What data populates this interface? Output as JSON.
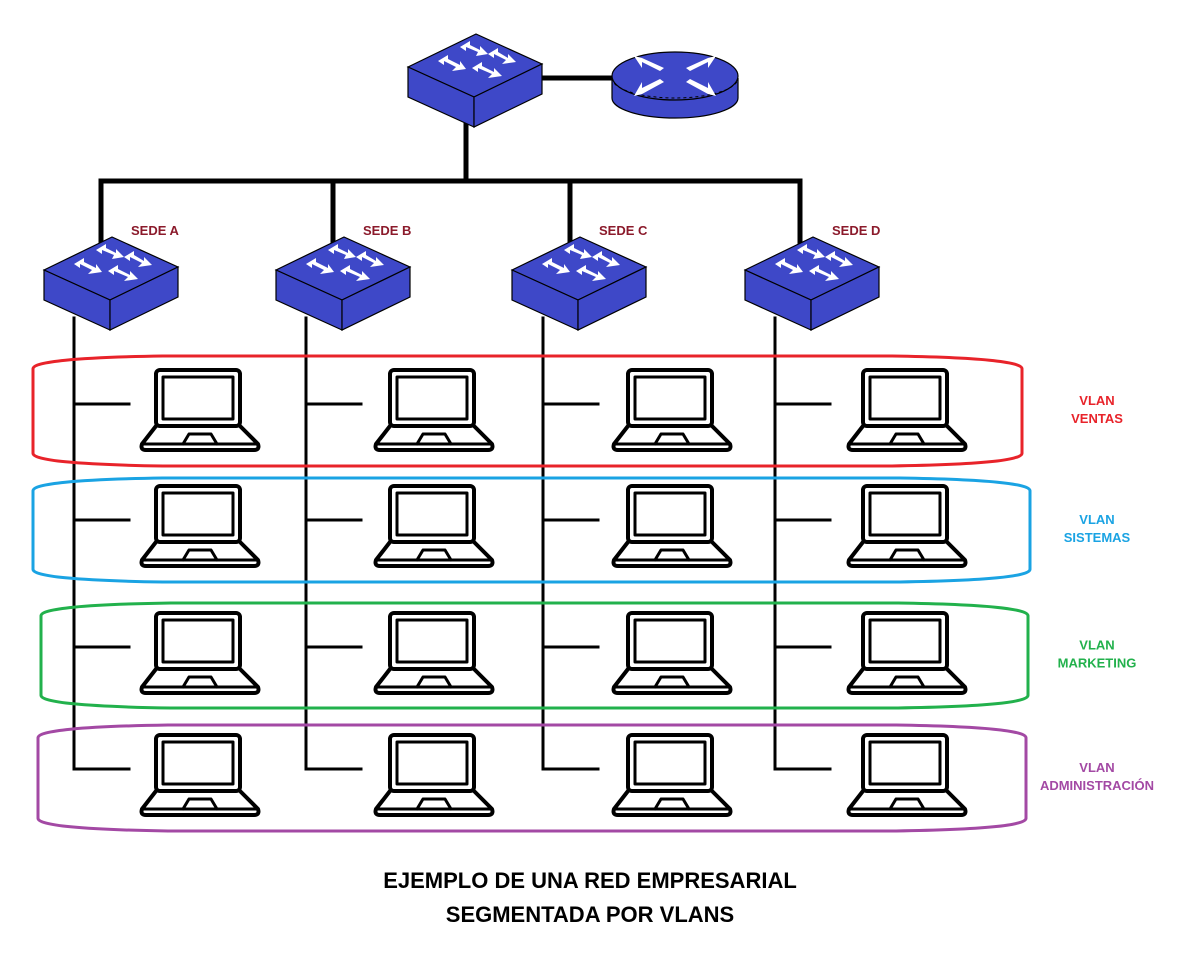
{
  "colors": {
    "device_fill": "#3e48c8",
    "device_stroke": "#000000",
    "arrow": "#ffffff",
    "cable": "#000000",
    "sede_label": "#8b1a2b"
  },
  "core": {
    "switch_icon": "switch-icon",
    "router_icon": "router-icon"
  },
  "sedes": [
    {
      "label": "SEDE A"
    },
    {
      "label": "SEDE B"
    },
    {
      "label": "SEDE C"
    },
    {
      "label": "SEDE D"
    }
  ],
  "vlans": [
    {
      "name_line1": "VLAN",
      "name_line2": "VENTAS",
      "color": "#e8232a"
    },
    {
      "name_line1": "VLAN",
      "name_line2": "SISTEMAS",
      "color": "#1aa3e3"
    },
    {
      "name_line1": "VLAN",
      "name_line2": "MARKETING",
      "color": "#22b14c"
    },
    {
      "name_line1": "VLAN",
      "name_line2": "ADMINISTRACIÓN",
      "color": "#a349a4"
    }
  ],
  "endpoint_icon": "laptop-icon",
  "title": {
    "line1": "EJEMPLO DE UNA RED EMPRESARIAL",
    "line2": "SEGMENTADA POR VLANS"
  }
}
